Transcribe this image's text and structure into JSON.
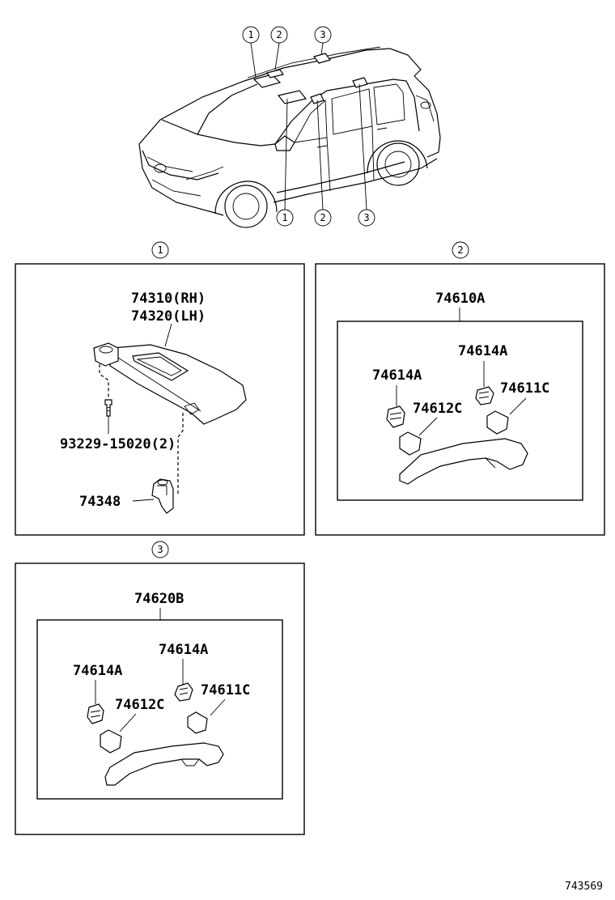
{
  "callouts": {
    "top": [
      "1",
      "2",
      "3"
    ],
    "bottom": [
      "1",
      "2",
      "3"
    ]
  },
  "sections": [
    {
      "number": "1",
      "labels": {
        "visor_rh": "74310(RH)",
        "visor_lh": "74320(LH)",
        "screw": "93229-15020(2)",
        "holder": "74348"
      }
    },
    {
      "number": "2",
      "labels": {
        "assembly": "74610A",
        "clip_right": "74614A",
        "clip_left": "74614A",
        "cover_right": "74611C",
        "cover_left": "74612C"
      }
    },
    {
      "number": "3",
      "labels": {
        "assembly": "74620B",
        "clip_right": "74614A",
        "clip_left": "74614A",
        "cover_right": "74611C",
        "cover_left": "74612C"
      }
    }
  ],
  "diagram_id": "743569"
}
